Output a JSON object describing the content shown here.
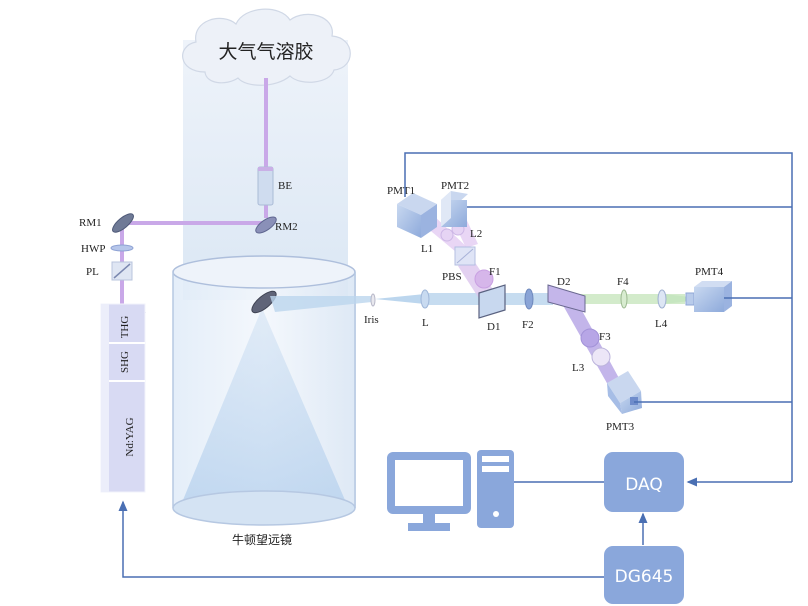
{
  "title": "大气气溶胶",
  "telescope_label": "牛顿望远镜",
  "laser": {
    "label": "Nd:YAG",
    "shg": "SHG",
    "thg": "THG"
  },
  "optics": {
    "rm1": "RM1",
    "rm2": "RM2",
    "hwp": "HWP",
    "pl": "PL",
    "be": "BE",
    "iris": "Iris",
    "lens_l": "L",
    "d1": "D1",
    "d2": "D2",
    "f1": "F1",
    "f2": "F2",
    "f3": "F3",
    "f4": "F4",
    "l1": "L1",
    "l2": "L2",
    "l3": "L3",
    "l4": "L4",
    "pbs": "PBS"
  },
  "detectors": {
    "pmt1": "PMT1",
    "pmt2": "PMT2",
    "pmt3": "PMT3",
    "pmt4": "PMT4"
  },
  "electronics": {
    "daq": "DAQ",
    "dg645": "DG645",
    "computer": "computer-icon"
  },
  "colors": {
    "wire": "#4a6fb3",
    "box": "#8aa7db",
    "uv_beam": "#c9a8e8",
    "green_beam": "#cfe8c8",
    "blue_beam": "#bcd6ee",
    "laser_body": "#d6d8f4"
  }
}
